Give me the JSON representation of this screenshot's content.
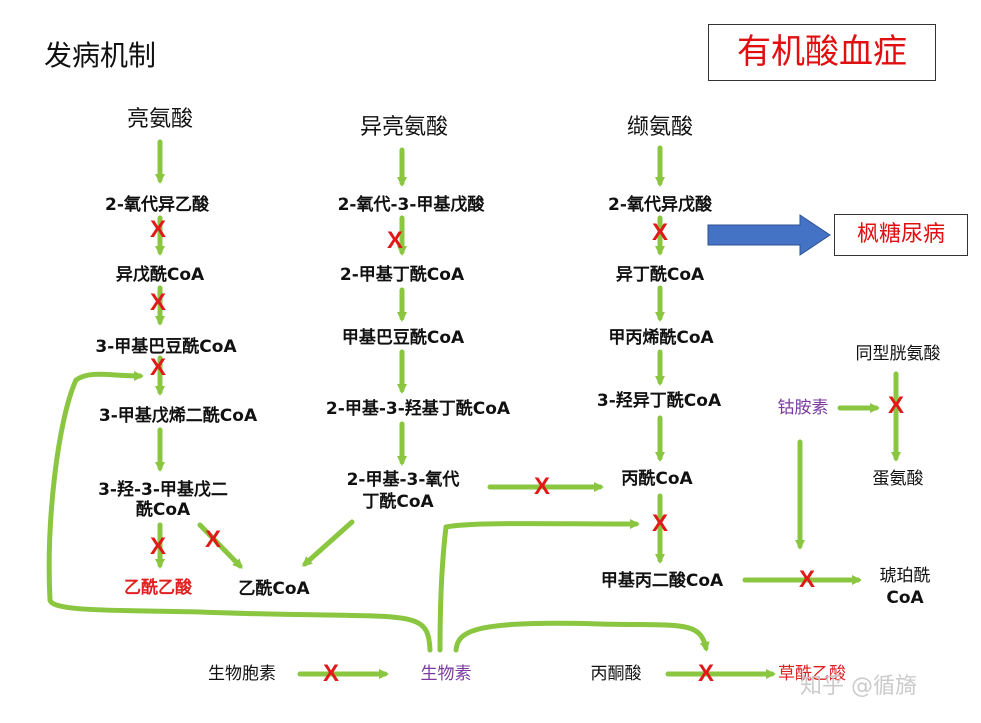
{
  "heading": "发病机制",
  "title_box": "有机酸血症",
  "msud_box": "枫糖尿病",
  "watermark": "知乎 @循旖",
  "col1": {
    "n0": "亮氨酸",
    "n1": "2-氧代异乙酸",
    "n2": "异戊酰CoA",
    "n3": "3-甲基巴豆酰CoA",
    "n4": "3-甲基戊烯二酰CoA",
    "n5a": "3-羟-3-甲基戊二",
    "n5b": "酰CoA",
    "n6": "乙酰乙酸",
    "n7": "乙酰CoA"
  },
  "col2": {
    "n0": "异亮氨酸",
    "n1": "2-氧代-3-甲基戊酸",
    "n2": "2-甲基丁酰CoA",
    "n3": "甲基巴豆酰CoA",
    "n4": "2-甲基-3-羟基丁酰CoA",
    "n5a": "2-甲基-3-氧代",
    "n5b": "丁酰CoA"
  },
  "col3": {
    "n0": "缬氨酸",
    "n1": "2-氧代异戊酸",
    "n2": "异丁酰CoA",
    "n3": "甲丙烯酰CoA",
    "n4": "3-羟异丁酰CoA",
    "n5": "丙酰CoA",
    "n6": "甲基丙二酸CoA"
  },
  "col4": {
    "homocys": "同型胱氨酸",
    "cobalamin": "钴胺素",
    "met": "蛋氨酸",
    "succ_a": "琥珀酰",
    "succ_b": "CoA"
  },
  "bottom": {
    "biotinidase": "生物胞素",
    "biotin": "生物素",
    "pyruvate": "丙酮酸",
    "oxaloacetate": "草酰乙酸"
  },
  "block_mark": "X",
  "colors": {
    "arrow": "#8ac640",
    "block": "#e01a1a",
    "box_arrow": "#4472c4",
    "purple": "#7a3aa0"
  }
}
